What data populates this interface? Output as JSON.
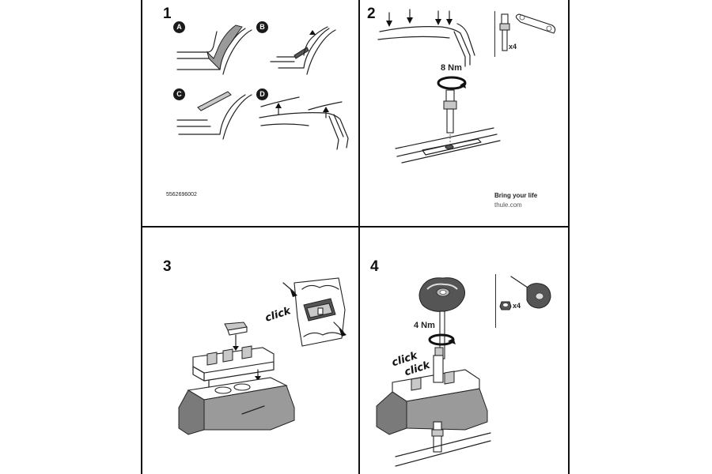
{
  "steps": [
    {
      "number": "1",
      "sub_labels": [
        "A",
        "B",
        "C",
        "D"
      ],
      "part_number": "5562696002"
    },
    {
      "number": "2",
      "torque": "8 Nm",
      "quantity": "x4",
      "brand_tagline": "Bring your life",
      "website": "thule.com"
    },
    {
      "number": "3",
      "click_text": "click"
    },
    {
      "number": "4",
      "torque": "4 Nm",
      "quantity": "x4",
      "click_text_1": "click",
      "click_text_2": "click"
    }
  ]
}
